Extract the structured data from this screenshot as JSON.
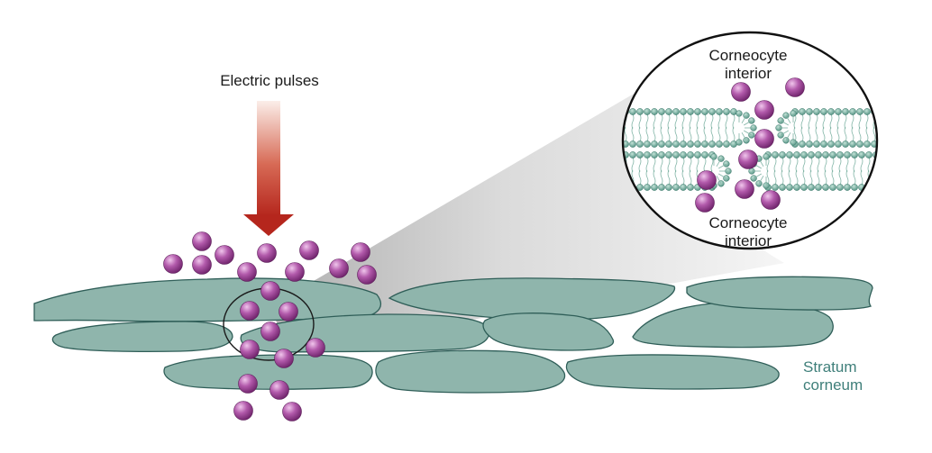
{
  "labels": {
    "electric_pulses": "Electric pulses",
    "corneocyte_top": "Corneocyte\ninterior",
    "corneocyte_bottom": "Corneocyte\ninterior",
    "stratum_corneum": "Stratum\ncorneum"
  },
  "colors": {
    "cell_fill": "#8fb5ac",
    "cell_stroke": "#2f5e58",
    "molecule": "#9b3f95",
    "arrow_top": "#fbeee9",
    "arrow_bottom": "#b5261d",
    "membrane_head": "#6fae9c",
    "cone": "#d2d2d2",
    "teal_text": "#3f7f7a"
  },
  "icons": {
    "arrow": "down-arrow-icon",
    "molecule": "molecule-sphere-icon",
    "zoom": "magnifier-circle-icon"
  }
}
